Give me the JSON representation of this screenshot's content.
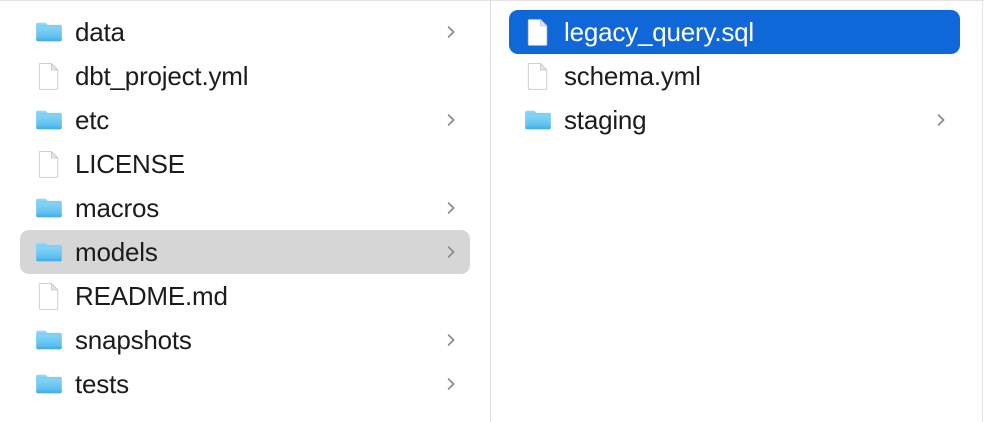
{
  "window": {
    "view_mode": "column",
    "accent_color": "#1067d8",
    "inactive_selection_color": "#d6d6d6",
    "text_color": "#1c1c1e",
    "folder_icon_color": "#5ac8f5",
    "divider_color": "#dcdcde",
    "background": "#ffffff"
  },
  "columns": [
    {
      "name": "project-root-column",
      "items": [
        {
          "label": "data",
          "icon": "folder-icon",
          "kind": "folder",
          "has_chevron": true,
          "state": "normal"
        },
        {
          "label": "dbt_project.yml",
          "icon": "document-icon",
          "kind": "file",
          "has_chevron": false,
          "state": "normal"
        },
        {
          "label": "etc",
          "icon": "folder-icon",
          "kind": "folder",
          "has_chevron": true,
          "state": "normal"
        },
        {
          "label": "LICENSE",
          "icon": "document-icon",
          "kind": "file",
          "has_chevron": false,
          "state": "normal"
        },
        {
          "label": "macros",
          "icon": "folder-icon",
          "kind": "folder",
          "has_chevron": true,
          "state": "normal"
        },
        {
          "label": "models",
          "icon": "folder-icon",
          "kind": "folder",
          "has_chevron": true,
          "state": "selected-inactive"
        },
        {
          "label": "README.md",
          "icon": "document-icon",
          "kind": "file",
          "has_chevron": false,
          "state": "normal"
        },
        {
          "label": "snapshots",
          "icon": "folder-icon",
          "kind": "folder",
          "has_chevron": true,
          "state": "normal"
        },
        {
          "label": "tests",
          "icon": "folder-icon",
          "kind": "folder",
          "has_chevron": true,
          "state": "normal"
        }
      ]
    },
    {
      "name": "models-column",
      "items": [
        {
          "label": "legacy_query.sql",
          "icon": "document-icon",
          "kind": "file",
          "has_chevron": false,
          "state": "selected-active"
        },
        {
          "label": "schema.yml",
          "icon": "document-icon",
          "kind": "file",
          "has_chevron": false,
          "state": "normal"
        },
        {
          "label": "staging",
          "icon": "folder-icon",
          "kind": "folder",
          "has_chevron": true,
          "state": "normal"
        }
      ]
    }
  ]
}
